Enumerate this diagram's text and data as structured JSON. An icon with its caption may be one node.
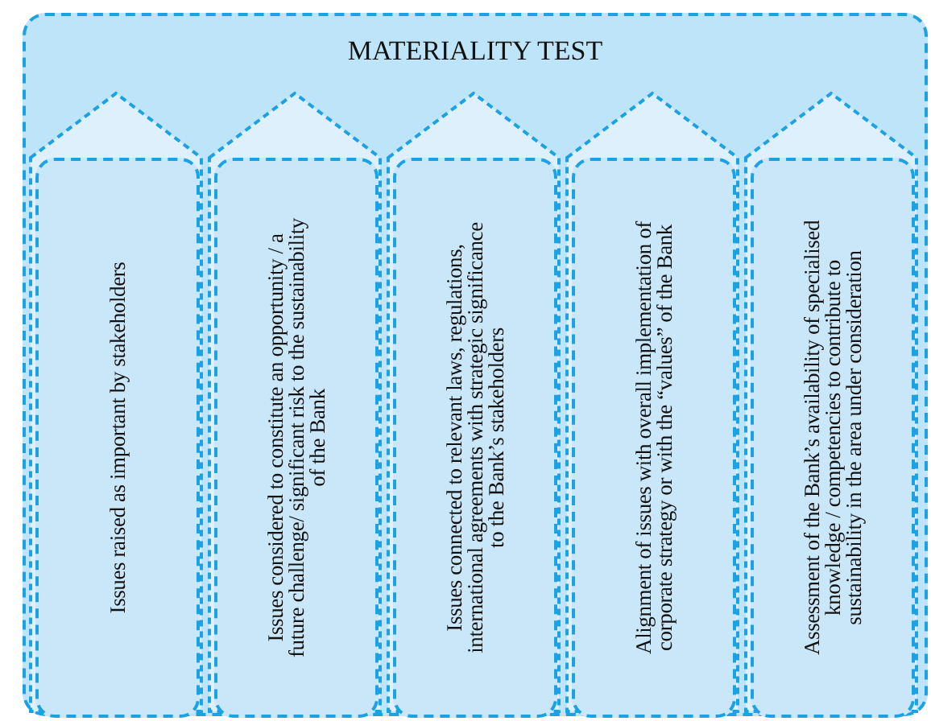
{
  "diagram": {
    "nodes": [
      {
        "text": [
          "MATERIALITY TEST"
        ]
      },
      {
        "text": [
          "Issues raised as important by stakeholders"
        ],
        "in": 0
      },
      {
        "text": [
          "Issues considered to constitute an opportunity / a future challenge/ significant risk to the sustainability of the Bank"
        ],
        "in": 0
      },
      {
        "text": [
          "Issues connected to relevant laws, regulations, international agreements with strategic significance to the Bank’s stakeholders"
        ],
        "in": 0
      },
      {
        "text": [
          "Alignment of issues with overall implementation of corporate strategy or with the “values” of the Bank"
        ],
        "in": 0
      },
      {
        "text": [
          "Assessment of the Bank’s availability of specialised knowledge / competencies to contribute to sustainability in the area under consideration"
        ],
        "in": 0
      }
    ]
  }
}
